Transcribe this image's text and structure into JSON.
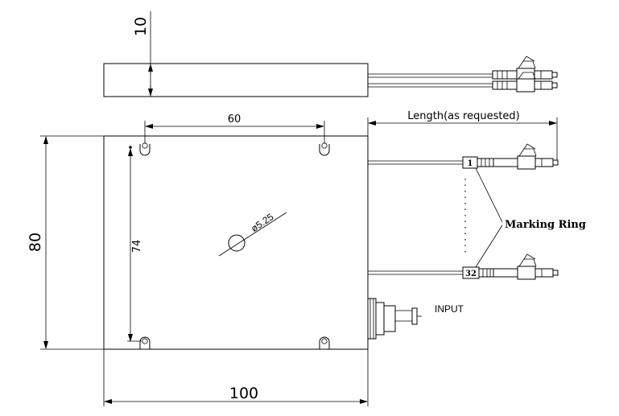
{
  "dimensions": {
    "height_side": "10",
    "hole_spacing": "60",
    "fiber_length": "Length(as requested)",
    "hole_spacing_vertical": "74",
    "total_height": "80",
    "hole_diameter": "ø5.25",
    "total_width": "100"
  },
  "labels": {
    "marking_ring": "Marking Ring",
    "input": "INPUT",
    "port_first": "1",
    "port_last": "32"
  },
  "colors": {
    "line": "#000000",
    "background": "#ffffff"
  }
}
